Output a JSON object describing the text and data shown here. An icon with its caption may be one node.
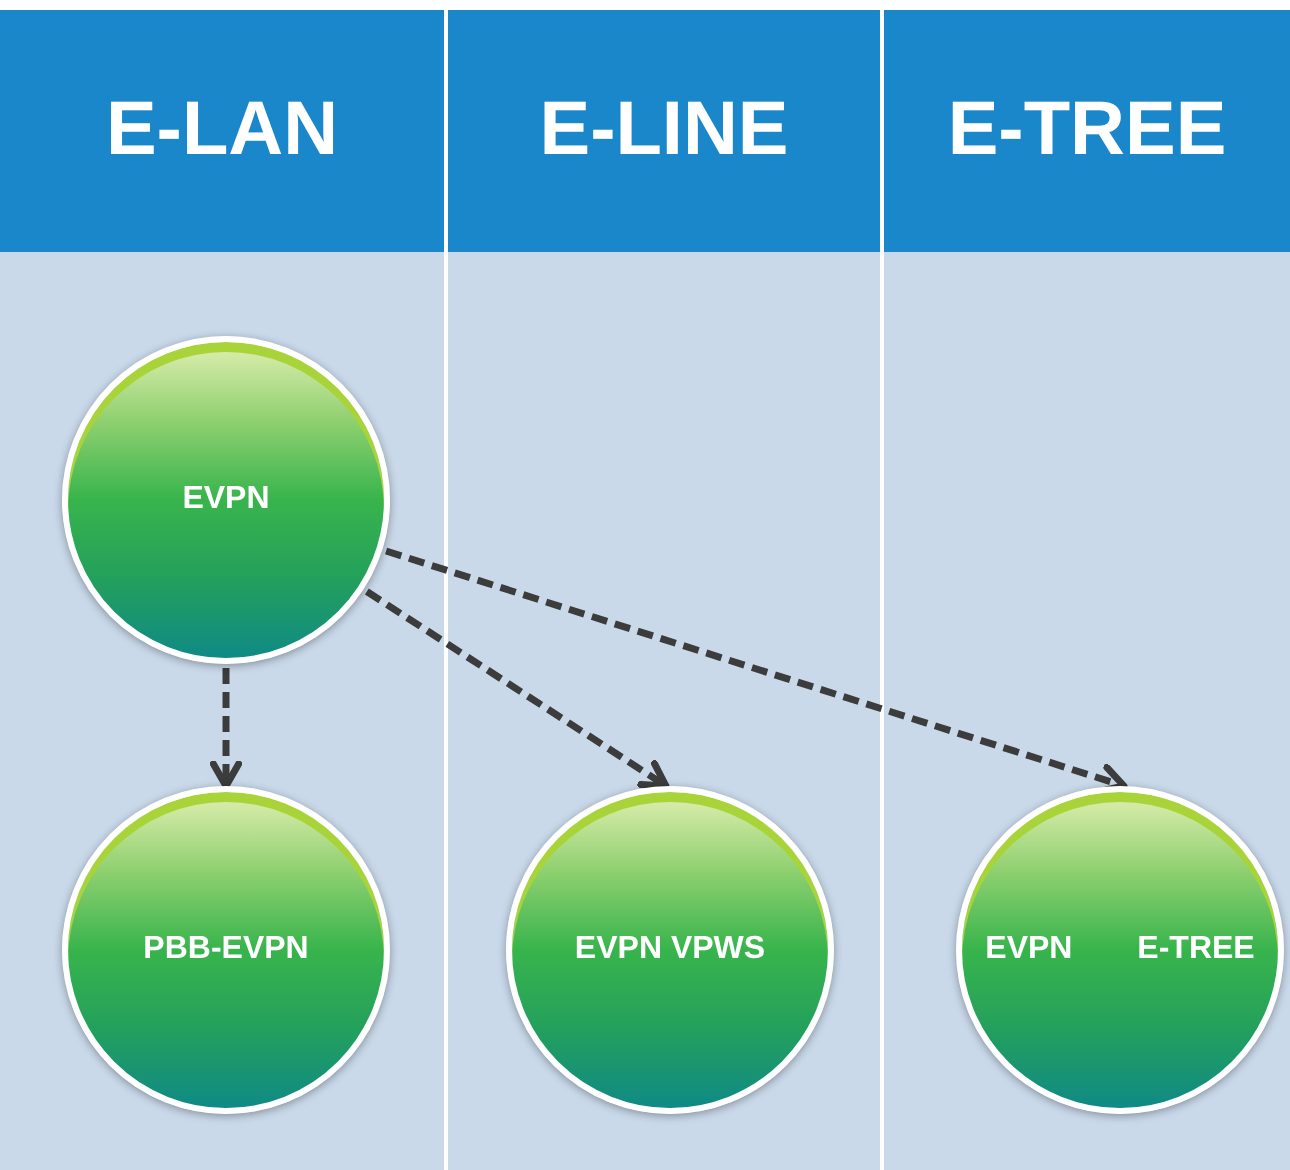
{
  "diagram": {
    "nodes": [
      {
        "text": [
          "E-LAN"
        ]
      },
      {
        "text": [
          "E-LINE"
        ]
      },
      {
        "text": [
          "E-TREE"
        ]
      },
      {
        "text": [
          "EVPN"
        ],
        "in": 0
      },
      {
        "text": [
          "PBB-EVPN"
        ],
        "in": 0
      },
      {
        "text": [
          "EVPN VPWS"
        ],
        "in": 1
      },
      {
        "text": [
          "EVPN E-TREE"
        ],
        "in": 2
      }
    ],
    "edges": [
      {
        "from": 3,
        "to": 4,
        "arrow": "to",
        "style": "dashed"
      },
      {
        "from": 3,
        "to": 5,
        "arrow": "to",
        "style": "dashed"
      },
      {
        "from": 3,
        "to": 6,
        "arrow": "to",
        "style": "dashed"
      }
    ]
  }
}
